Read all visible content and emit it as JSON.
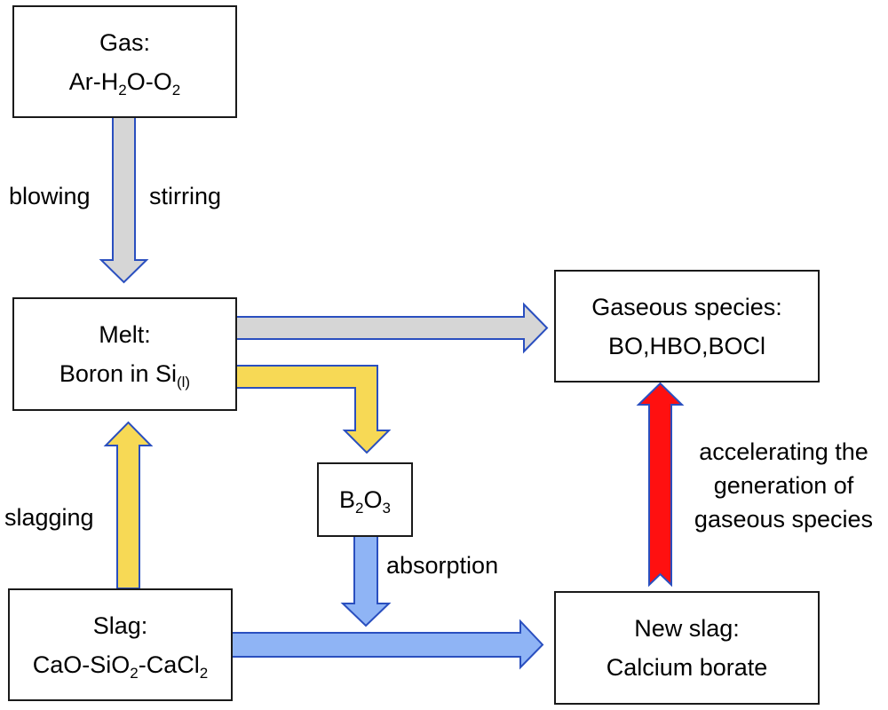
{
  "colors": {
    "box_border": "#1a1a1a",
    "arrow_outline": "#2a4fbf",
    "grey_arrow": "#d6d6d6",
    "yellow_arrow": "#f7d955",
    "blue_arrow": "#8fb4f5",
    "red_arrow": "#ff1010"
  },
  "boxes": {
    "gas": {
      "title": "Gas:",
      "formula": [
        {
          "t": "Ar-H"
        },
        {
          "s": "2"
        },
        {
          "t": "O-O"
        },
        {
          "s": "2"
        }
      ]
    },
    "melt": {
      "title": "Melt:",
      "formula": [
        {
          "t": "Boron in Si"
        },
        {
          "s": "(l)"
        }
      ]
    },
    "gaseous": {
      "title": "Gaseous species:",
      "line2": "BO,HBO,BOCl"
    },
    "b2o3": {
      "formula": [
        {
          "t": "B"
        },
        {
          "s": "2"
        },
        {
          "t": "O"
        },
        {
          "s": "3"
        }
      ]
    },
    "slag": {
      "title": "Slag:",
      "formula": [
        {
          "t": "CaO-SiO"
        },
        {
          "s": "2"
        },
        {
          "t": "-CaCl"
        },
        {
          "s": "2"
        }
      ]
    },
    "newslag": {
      "title": "New slag:",
      "line2": "Calcium borate"
    }
  },
  "labels": {
    "blowing": "blowing",
    "stirring": "stirring",
    "slagging": "slagging",
    "absorption": "absorption",
    "accelerating": [
      "accelerating the",
      "generation of",
      "gaseous species"
    ]
  },
  "arrows": [
    {
      "name": "gas-to-melt-arrow",
      "color": "grey",
      "from": "gas",
      "to": "melt"
    },
    {
      "name": "melt-to-gaseous-arrow",
      "color": "grey",
      "from": "melt",
      "to": "gaseous"
    },
    {
      "name": "melt-to-b2o3-arrow",
      "color": "yellow",
      "from": "melt",
      "to": "b2o3"
    },
    {
      "name": "slag-to-melt-arrow",
      "color": "yellow",
      "from": "slag",
      "to": "melt"
    },
    {
      "name": "b2o3-absorption-arrow",
      "color": "blue",
      "from": "b2o3",
      "to": "slag-stream"
    },
    {
      "name": "slag-to-newslag-arrow",
      "color": "blue",
      "from": "slag",
      "to": "newslag"
    },
    {
      "name": "newslag-to-gaseous-arrow",
      "color": "red",
      "from": "newslag",
      "to": "gaseous"
    }
  ]
}
